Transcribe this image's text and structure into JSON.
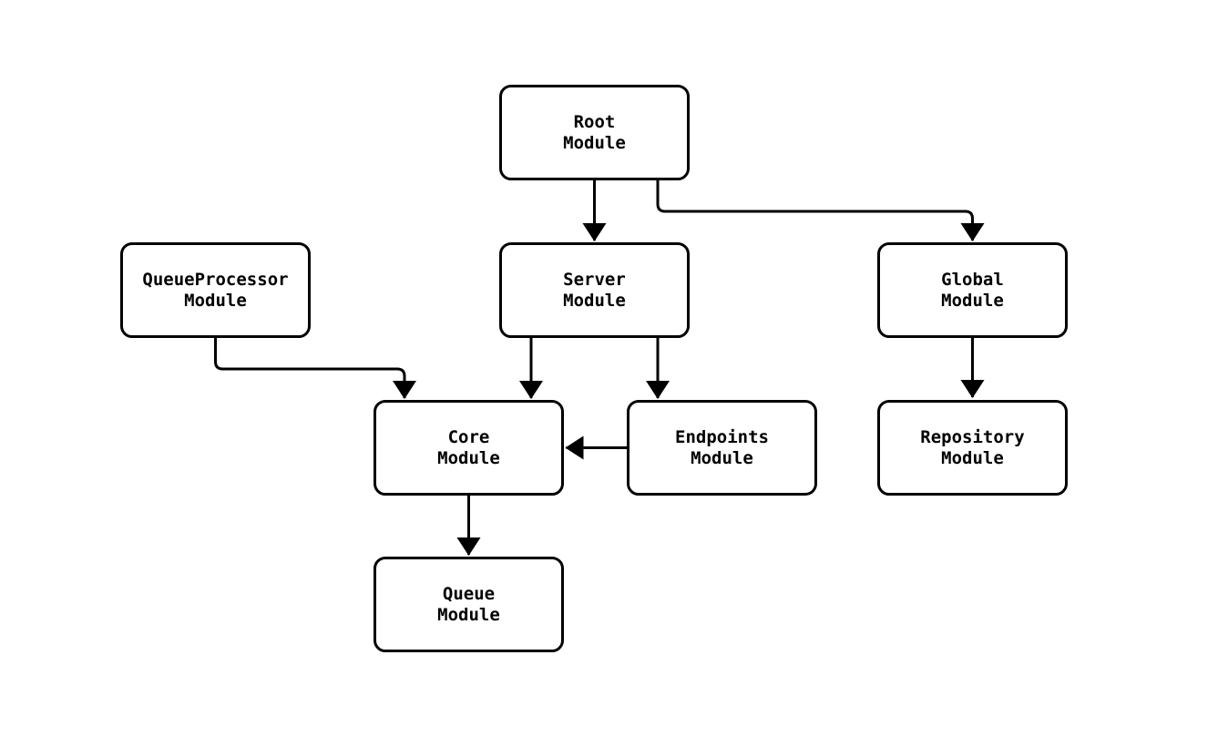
{
  "diagram": {
    "type": "flowchart",
    "direction": "top-down",
    "nodes": [
      {
        "id": "root",
        "label": "Root\nModule"
      },
      {
        "id": "queueprocessor",
        "label": "QueueProcessor\nModule"
      },
      {
        "id": "server",
        "label": "Server\nModule"
      },
      {
        "id": "global",
        "label": "Global\nModule"
      },
      {
        "id": "core",
        "label": "Core\nModule"
      },
      {
        "id": "endpoints",
        "label": "Endpoints\nModule"
      },
      {
        "id": "repository",
        "label": "Repository\nModule"
      },
      {
        "id": "queue",
        "label": "Queue\nModule"
      }
    ],
    "edges": [
      {
        "from": "Root Module",
        "to": "Server Module"
      },
      {
        "from": "Root Module",
        "to": "Global Module"
      },
      {
        "from": "QueueProcessor Module",
        "to": "Core Module"
      },
      {
        "from": "Server Module",
        "to": "Core Module"
      },
      {
        "from": "Server Module",
        "to": "Endpoints Module"
      },
      {
        "from": "Endpoints Module",
        "to": "Core Module"
      },
      {
        "from": "Global Module",
        "to": "Repository Module"
      },
      {
        "from": "Core Module",
        "to": "Queue Module"
      }
    ],
    "colors": {
      "background": "#ffffff",
      "node_fill": "#ffffff",
      "node_border": "#000000",
      "edge": "#000000",
      "text": "#000000"
    }
  }
}
